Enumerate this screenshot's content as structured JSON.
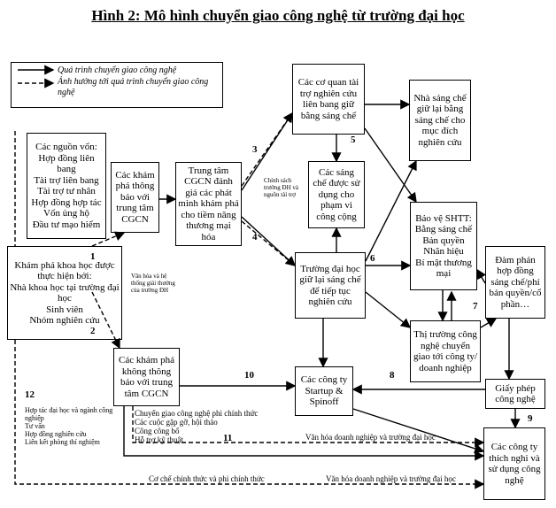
{
  "title": "Hình  2: Mô hình chuyển giao công nghệ từ trường đại học",
  "legend": {
    "solid": "Quá trình chuyển giao công nghệ",
    "dashed": "Ảnh hưởng tới quá trình chuyển giao công nghệ"
  },
  "boxes": {
    "funding_sources": "Các nguồn vốn:\nHợp đồng liên bang\nTài trợ liên bang\nTài trợ tư nhân\nHợp đồng hợp tác\nVốn ủng hộ\nĐầu tư mạo hiểm",
    "research": "Khám phá khoa học được thực hiện bởi:\nNhà khoa học tại trường đại học\nSinh viên\nNhóm nghiên cứu",
    "disclosed": "Các khám phá thông báo với trung tâm CGCN",
    "tt_center": "Trung tâm CGCN đánh giá các phát minh khám phá cho tiềm năng thương mại hóa",
    "federal_agencies": "Các cơ quan tài trợ nghiên cứu liên bang giữ bằng sáng chế",
    "inventors": "Nhà sáng chế giữ lại bằng sáng chế cho mục đích nghiên cứu",
    "public_patents": "Các sáng chế được sử dụng cho phạm vi công cộng",
    "ip_protection": "Bảo vệ SHTT:\nBằng sáng chế\nBản quyền\nNhãn hiệu\nBí mật thương mại",
    "negotiation": "Đàm phán hợp đồng sáng chế/phí bản quyền/cổ phần…",
    "univ_keeps": "Trường đại học giữ lại sáng chế để tiếp tục nghiên cứu",
    "market": "Thị trường công nghệ chuyển giao tới công ty/ doanh nghiệp",
    "license": "Giấy phép công nghệ",
    "not_disclosed": "Các khám phá không thông báo với trung tâm CGCN",
    "startup": "Các công ty Startup & Spinoff",
    "adopting": "Các công ty thích nghi và sử dụng công nghệ"
  },
  "labels": {
    "culture_policy": "Văn hóa và hệ thống giải thưởng của trường ĐH",
    "policy_funding": "Chính sách trường ĐH và nguồn tài trợ",
    "informal_transfer": "Chuyển giao công nghệ phi chính thức\nCác cuộc gặp gỡ, hội thảo\nCông công bố\nHỗ trợ kỹ thuật",
    "industry_links": "Hợp tác đại học và ngành công nghiệp\nTư vấn\nHợp đồng nghiên cứu\nLiên kết phòng thí nghiệm",
    "culture_11": "Văn hóa doanh nghiệp và trường đại học",
    "mechanisms": "Cơ chế chính thức và phi chính thức",
    "culture_bottom": "Văn hóa doanh nghiệp và trường đại học"
  },
  "numbers": [
    "1",
    "2",
    "3",
    "4",
    "5",
    "6",
    "7",
    "8",
    "9",
    "10",
    "11",
    "12"
  ]
}
